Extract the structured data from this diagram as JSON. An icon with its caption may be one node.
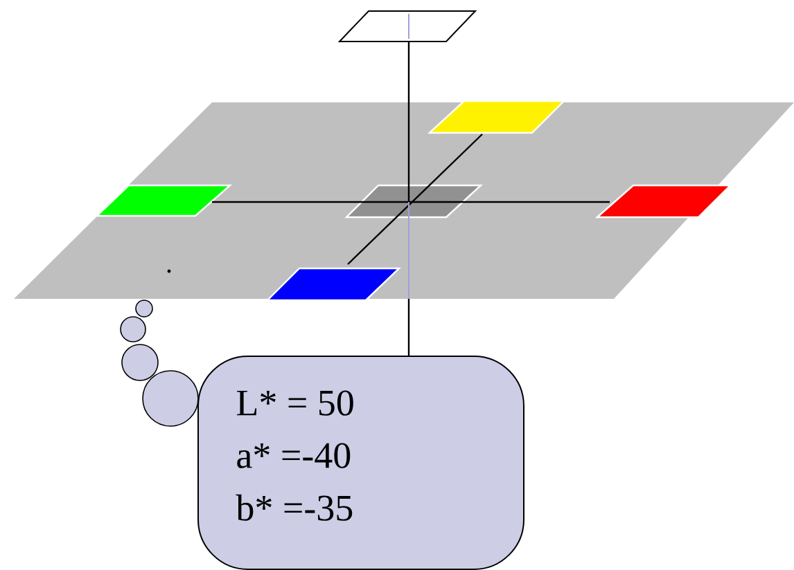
{
  "diagram": {
    "nodes": [
      {
        "text": [
          "L* =  50",
          "a* =-40",
          "b* =-35"
        ]
      }
    ]
  }
}
